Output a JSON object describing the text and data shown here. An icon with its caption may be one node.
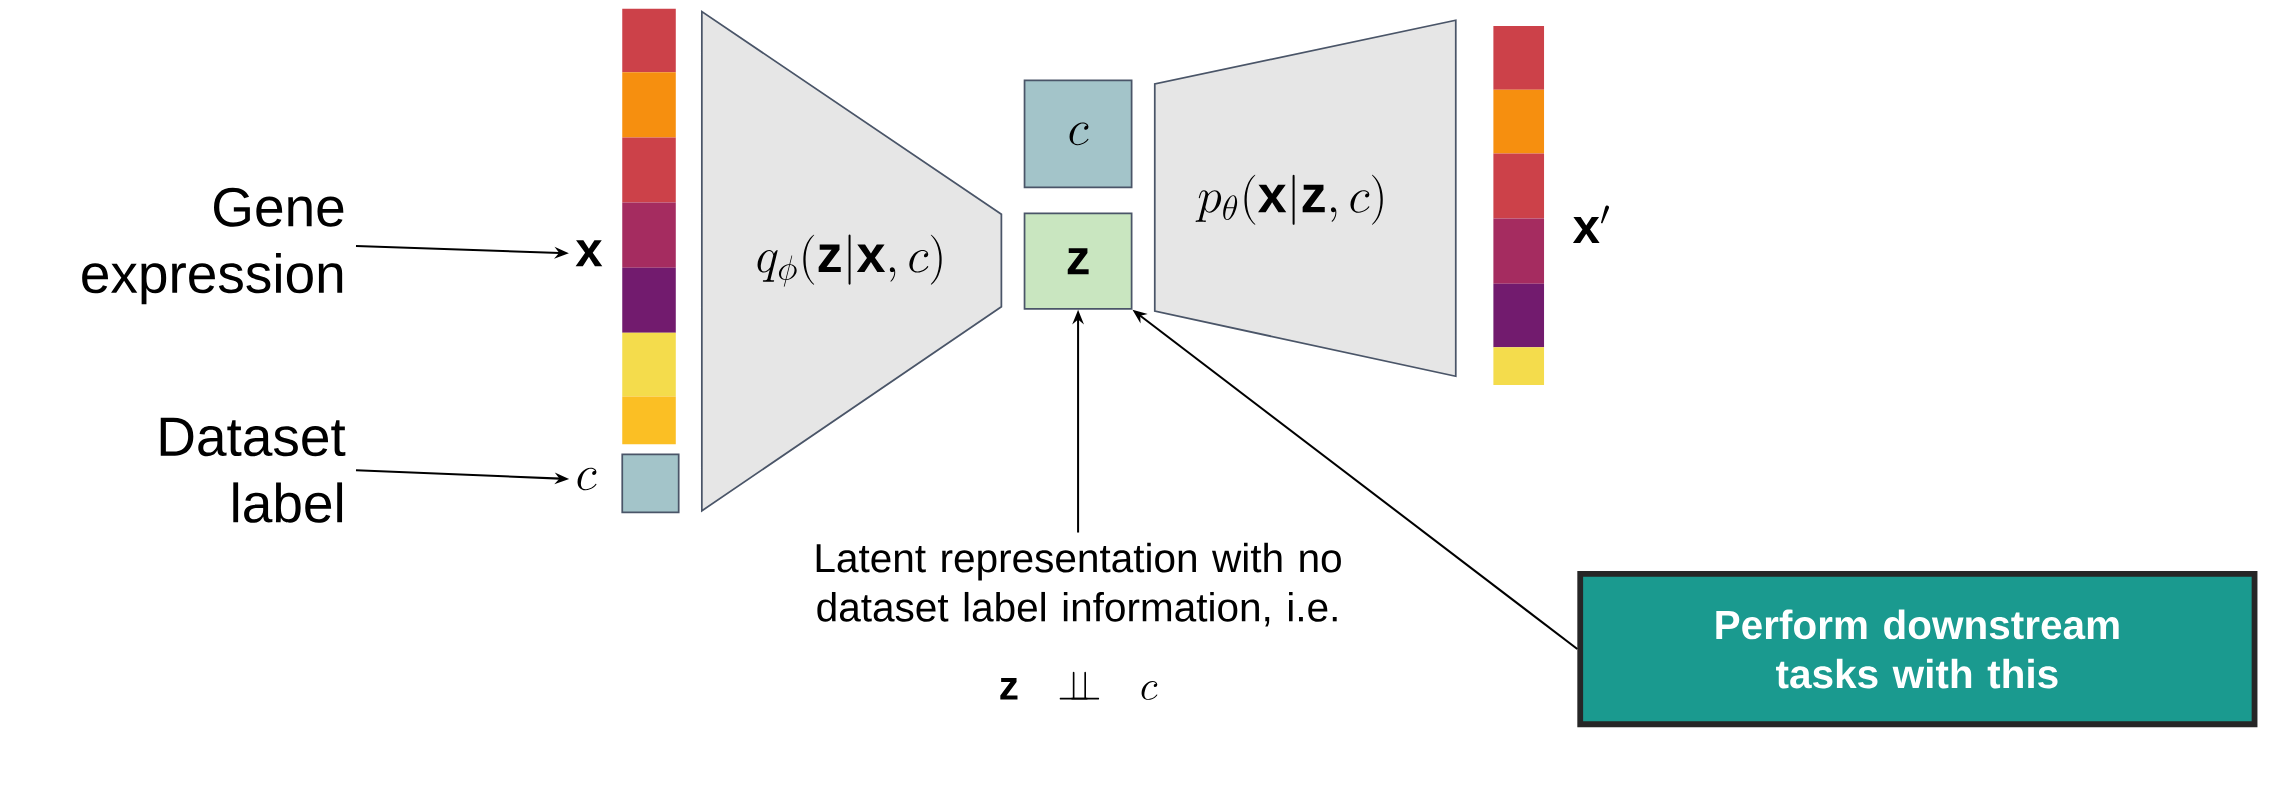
{
  "diagram": {
    "nodes": [
      {
        "text": [
          "Gene expression"
        ]
      },
      {
        "text": [
          "\\mathbf{x}"
        ]
      },
      {
        "text": [
          "Dataset label"
        ]
      },
      {
        "text": [
          "c"
        ]
      },
      {
        "text": [
          "q_\\phi(\\mathbf{z}|\\mathbf{x},c)"
        ]
      },
      {
        "text": [
          "c"
        ]
      },
      {
        "text": [
          "\\mathbf{z}"
        ]
      },
      {
        "text": [
          "p_\\theta(\\mathbf{x}|\\mathbf{z},c)"
        ]
      },
      {
        "text": [
          "\\mathbf{x}'"
        ]
      },
      {
        "text": [
          "Latent representation with no dataset label information, i.e.",
          "\\mathbf{z} \\perp\\!\\!\\!\\perp c"
        ]
      },
      {
        "text": [
          "Perform downstream tasks with this"
        ]
      }
    ],
    "edges": [
      {
        "from": 0,
        "to": 1,
        "arrow": "to"
      },
      {
        "from": 2,
        "to": 3,
        "arrow": "to"
      },
      {
        "from": 9,
        "to": 6,
        "arrow": "to"
      },
      {
        "from": 10,
        "to": 6,
        "arrow": "to"
      }
    ]
  }
}
